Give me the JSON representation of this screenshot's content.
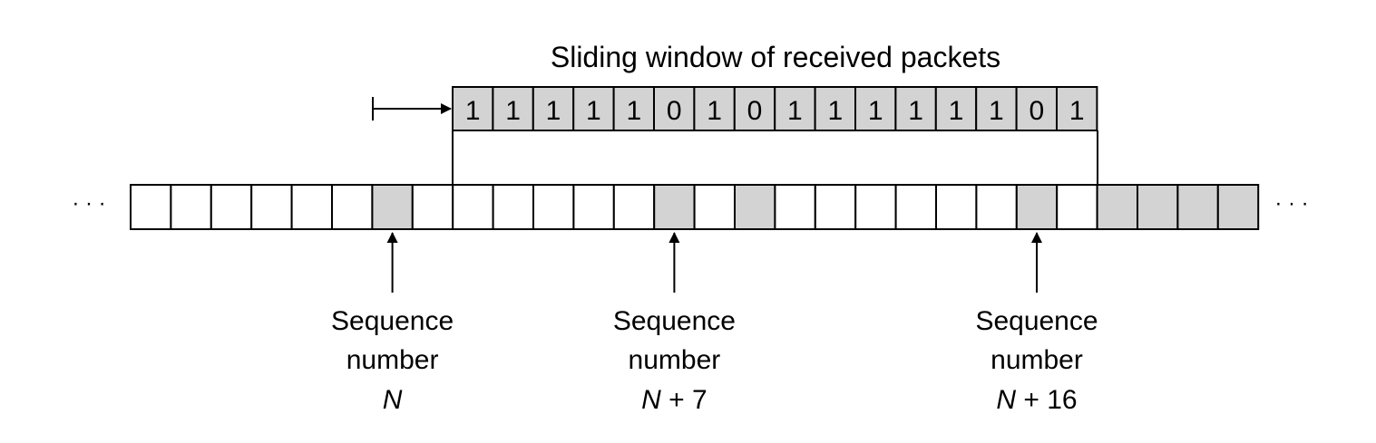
{
  "title": "Sliding window of received packets",
  "window_bits": [
    "1",
    "1",
    "1",
    "1",
    "1",
    "0",
    "1",
    "0",
    "1",
    "1",
    "1",
    "1",
    "1",
    "1",
    "0",
    "1"
  ],
  "sequence": {
    "total_cells": 28,
    "shaded_cells": [
      6,
      13,
      15,
      22,
      24,
      25,
      26,
      27
    ],
    "ellipsis_left": "· · ·",
    "ellipsis_right": "· · ·"
  },
  "pointers": [
    {
      "cell": 6,
      "line1": "Sequence",
      "line2": "number",
      "var": "N",
      "suffix": ""
    },
    {
      "cell": 13,
      "line1": "Sequence",
      "line2": "number",
      "var": "N",
      "suffix": " + 7"
    },
    {
      "cell": 22,
      "line1": "Sequence",
      "line2": "number",
      "var": "N",
      "suffix": " + 16"
    }
  ],
  "colors": {
    "shade": "#d3d3d3",
    "stroke": "#000000",
    "background": "#ffffff"
  }
}
